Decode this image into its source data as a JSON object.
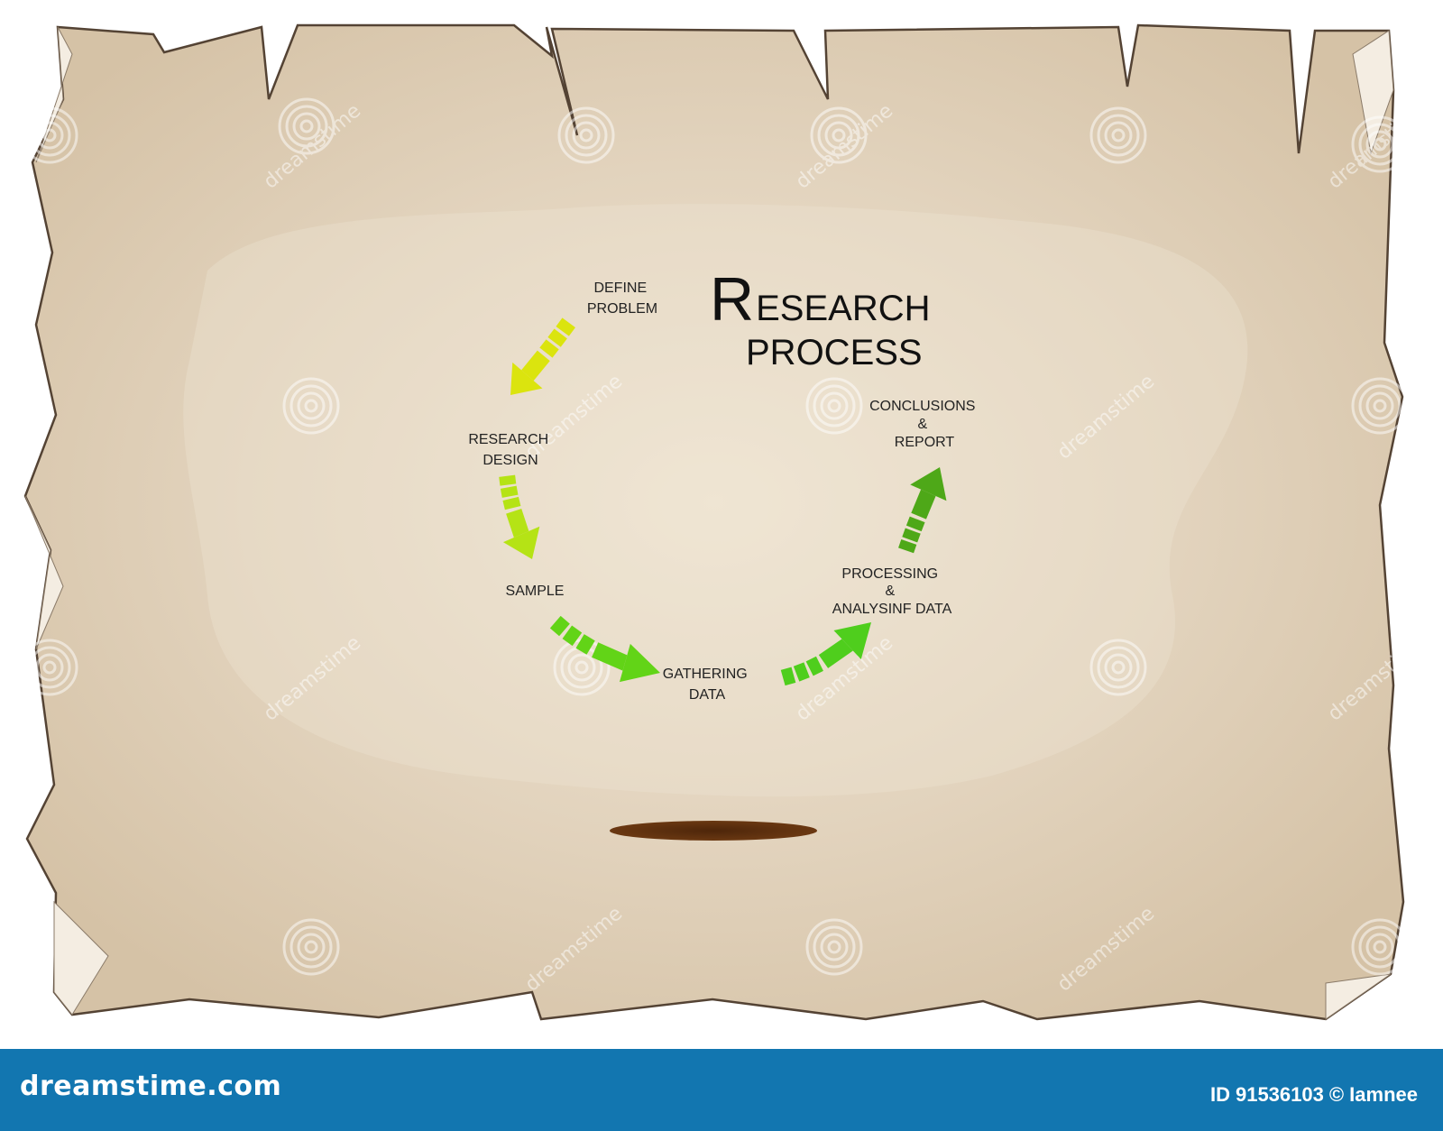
{
  "diagram": {
    "title_initial": "R",
    "title_rest": "ESEARCH",
    "title_line2": "PROCESS",
    "steps": [
      {
        "lines": [
          "DEFINE",
          "PROBLEM"
        ]
      },
      {
        "lines": [
          "RESEARCH",
          "DESIGN"
        ]
      },
      {
        "lines": [
          "SAMPLE"
        ]
      },
      {
        "lines": [
          "GATHERING",
          "DATA"
        ]
      },
      {
        "lines": [
          "PROCESSING",
          "&",
          "ANALYSINF DATA"
        ]
      },
      {
        "lines": [
          "CONCLUSIONS",
          "&",
          "REPORT"
        ]
      }
    ],
    "arrow_colors": [
      "#dbe40e",
      "#b5e315",
      "#62d417",
      "#4fce1d",
      "#4ea818"
    ]
  },
  "colors": {
    "paper": "#d9c8b0",
    "paper_center": "#efe3d1",
    "paper_edge": "#544334",
    "shadow": "#5a2e0c",
    "footer": "#1276b0"
  },
  "watermark": {
    "text": "dreamstime"
  },
  "footer": {
    "logo_text": "dreamstime.com",
    "id_label": "ID",
    "id_value": "91536103",
    "credit": "© Iamnee"
  }
}
